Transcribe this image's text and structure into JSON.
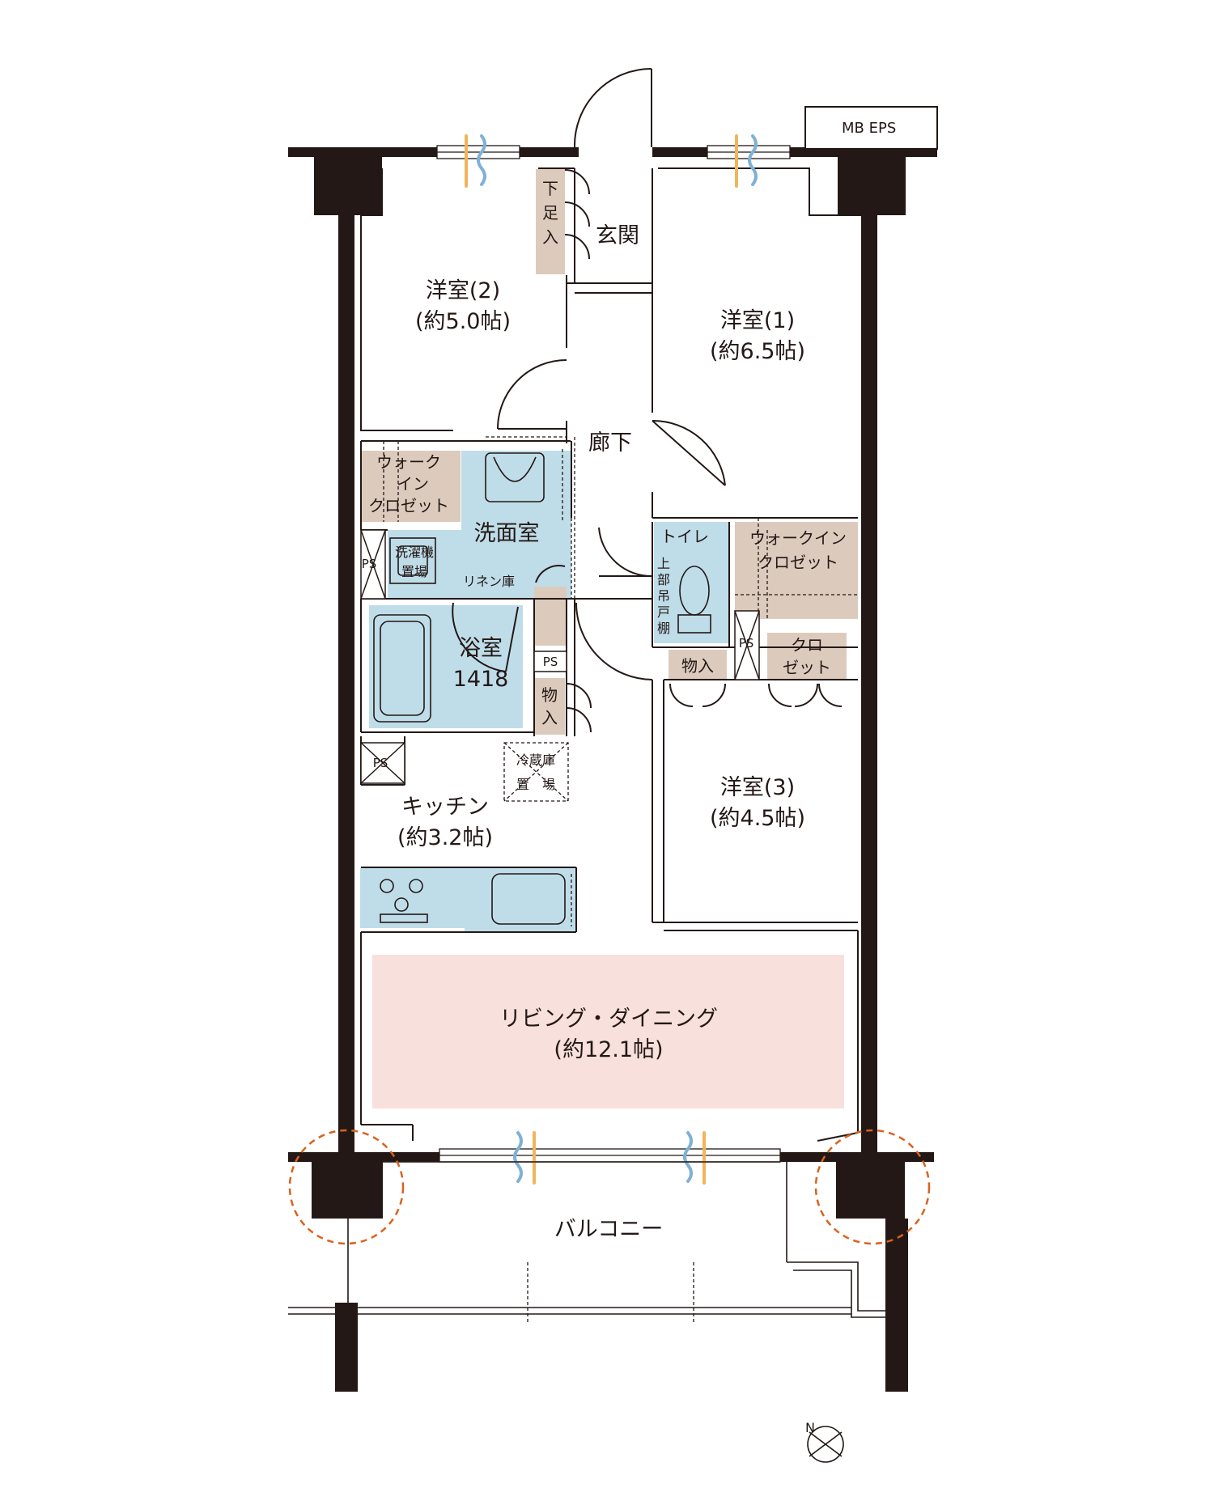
{
  "labels": {
    "mb_eps": "MB EPS",
    "genkan": "玄関",
    "getabako": "下足入",
    "room2_name": "洋室(2)",
    "room2_size": "(約5.0帖)",
    "room1_name": "洋室(1)",
    "room1_size": "(約6.5帖)",
    "rouka": "廊下",
    "wic1_l1": "ウォーク",
    "wic1_l2": "イン",
    "wic1_l3": "クロゼット",
    "senmen": "洗面室",
    "sentakuki_l1": "洗濯機",
    "sentakuki_l2": "置場",
    "linen": "リネン庫",
    "ps": "PS",
    "yokushitsu": "浴室",
    "yokushitsu_size": "1418",
    "monoire": "物入",
    "toilet": "トイレ",
    "toilet_shelf": "上部吊戸棚",
    "wic2_l1": "ウォークイン",
    "wic2_l2": "クロゼット",
    "closet_l1": "クロ",
    "closet_l2": "ゼット",
    "reizouko_l1": "冷蔵庫",
    "reizouko_l2": "置　場",
    "kitchen_name": "キッチン",
    "kitchen_size": "(約3.2帖)",
    "room3_name": "洋室(3)",
    "room3_size": "(約4.5帖)",
    "living_name": "リビング・ダイニング",
    "living_size": "(約12.1帖)",
    "balcony": "バルコニー",
    "north": "N"
  },
  "colors": {
    "wall": "#231815",
    "wet_area": "#bfdde9",
    "storage": "#dccbbd",
    "living": "#f8e0dc",
    "highlight_circle": "#d9621e",
    "wind_blue": "#7fb1d6",
    "sun_orange": "#f0b55a"
  }
}
